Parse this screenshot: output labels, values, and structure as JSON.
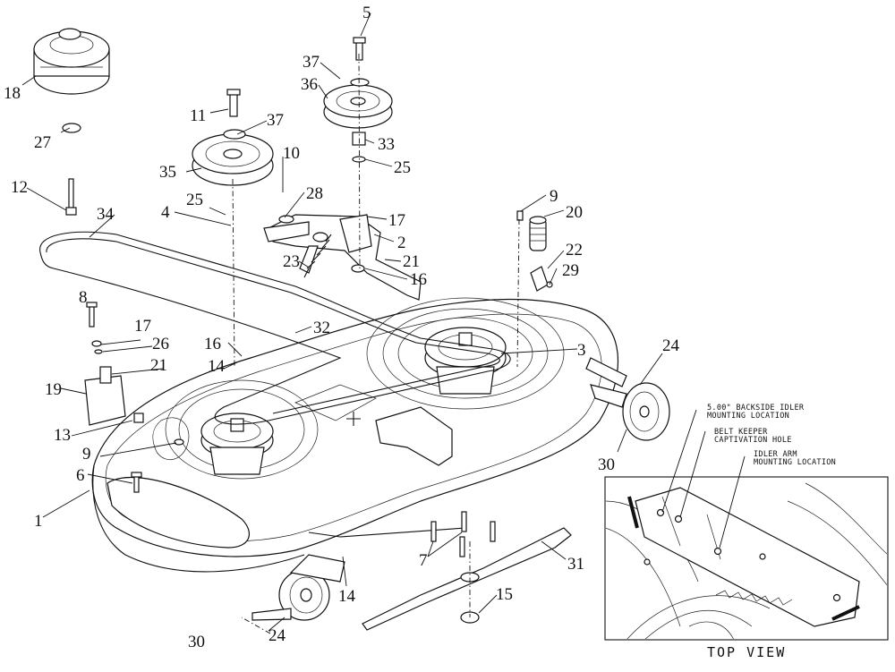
{
  "callouts": [
    {
      "id": "c1",
      "label": "1"
    },
    {
      "id": "c2",
      "label": "2"
    },
    {
      "id": "c3",
      "label": "3"
    },
    {
      "id": "c4",
      "label": "4"
    },
    {
      "id": "c5",
      "label": "5"
    },
    {
      "id": "c6",
      "label": "6"
    },
    {
      "id": "c7",
      "label": "7"
    },
    {
      "id": "c8",
      "label": "8"
    },
    {
      "id": "c9a",
      "label": "9"
    },
    {
      "id": "c9b",
      "label": "9"
    },
    {
      "id": "c10",
      "label": "10"
    },
    {
      "id": "c11",
      "label": "11"
    },
    {
      "id": "c12",
      "label": "12"
    },
    {
      "id": "c13",
      "label": "13"
    },
    {
      "id": "c14a",
      "label": "14"
    },
    {
      "id": "c14b",
      "label": "14"
    },
    {
      "id": "c15",
      "label": "15"
    },
    {
      "id": "c16a",
      "label": "16"
    },
    {
      "id": "c16b",
      "label": "16"
    },
    {
      "id": "c17a",
      "label": "17"
    },
    {
      "id": "c17b",
      "label": "17"
    },
    {
      "id": "c18",
      "label": "18"
    },
    {
      "id": "c19",
      "label": "19"
    },
    {
      "id": "c20",
      "label": "20"
    },
    {
      "id": "c21a",
      "label": "21"
    },
    {
      "id": "c21b",
      "label": "21"
    },
    {
      "id": "c22",
      "label": "22"
    },
    {
      "id": "c23",
      "label": "23"
    },
    {
      "id": "c24a",
      "label": "24"
    },
    {
      "id": "c24b",
      "label": "24"
    },
    {
      "id": "c25a",
      "label": "25"
    },
    {
      "id": "c25b",
      "label": "25"
    },
    {
      "id": "c26",
      "label": "26"
    },
    {
      "id": "c27",
      "label": "27"
    },
    {
      "id": "c28",
      "label": "28"
    },
    {
      "id": "c29",
      "label": "29"
    },
    {
      "id": "c30a",
      "label": "30"
    },
    {
      "id": "c30b",
      "label": "30"
    },
    {
      "id": "c31",
      "label": "31"
    },
    {
      "id": "c32",
      "label": "32"
    },
    {
      "id": "c33",
      "label": "33"
    },
    {
      "id": "c34",
      "label": "34"
    },
    {
      "id": "c35",
      "label": "35"
    },
    {
      "id": "c36",
      "label": "36"
    },
    {
      "id": "c37a",
      "label": "37"
    },
    {
      "id": "c37b",
      "label": "37"
    }
  ],
  "inset": {
    "notes": {
      "idler_location_line1": "5.00\" BACKSIDE IDLER",
      "idler_location_line2": "MOUNTING LOCATION",
      "belt_keeper_line1": "BELT KEEPER",
      "belt_keeper_line2": "CAPTIVATION HOLE",
      "idler_arm_line1": "IDLER ARM",
      "idler_arm_line2": "MOUNTING LOCATION"
    },
    "caption": "TOP VIEW"
  }
}
